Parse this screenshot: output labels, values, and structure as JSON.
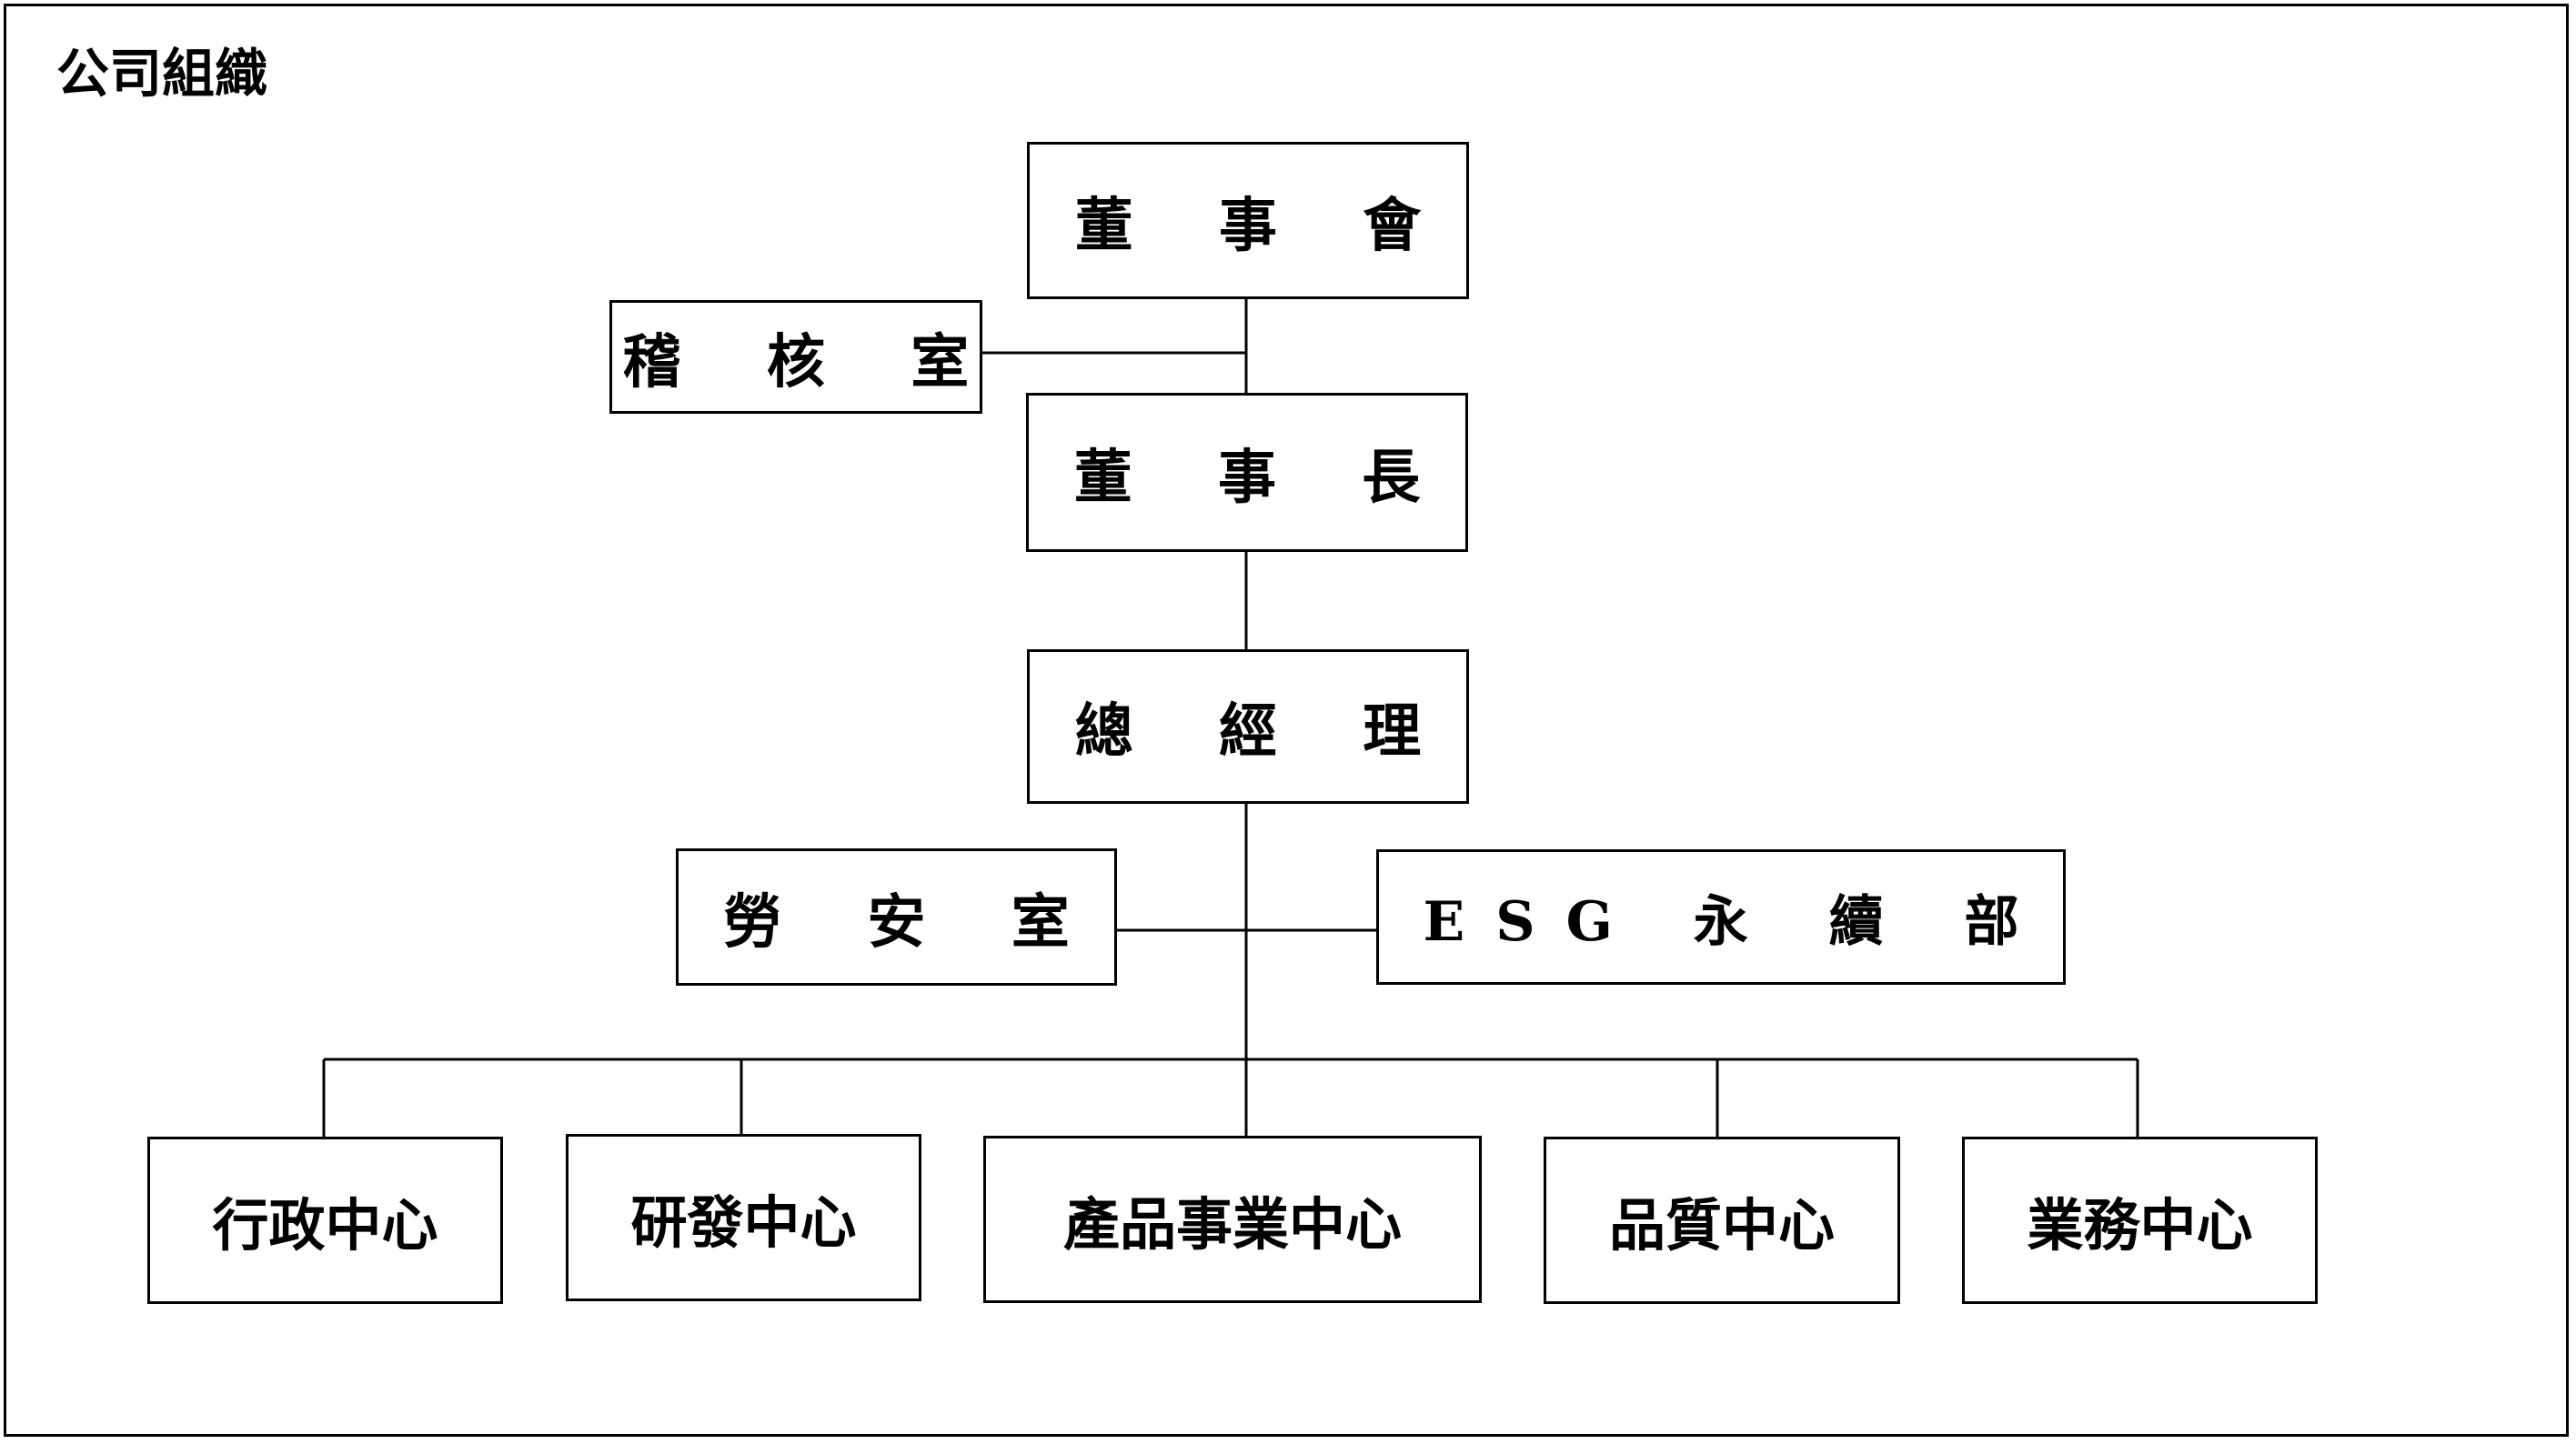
{
  "title": "公司組織",
  "nodes": {
    "board": "董 事 會",
    "audit": "稽 核 室",
    "chairman": "董 事 長",
    "gm": "總 經 理",
    "safety": "勞 安 室",
    "esg": "ESG 永 續 部",
    "admin": "行政中心",
    "rnd": "研發中心",
    "product": "產品事業中心",
    "quality": "品質中心",
    "sales": "業務中心"
  }
}
